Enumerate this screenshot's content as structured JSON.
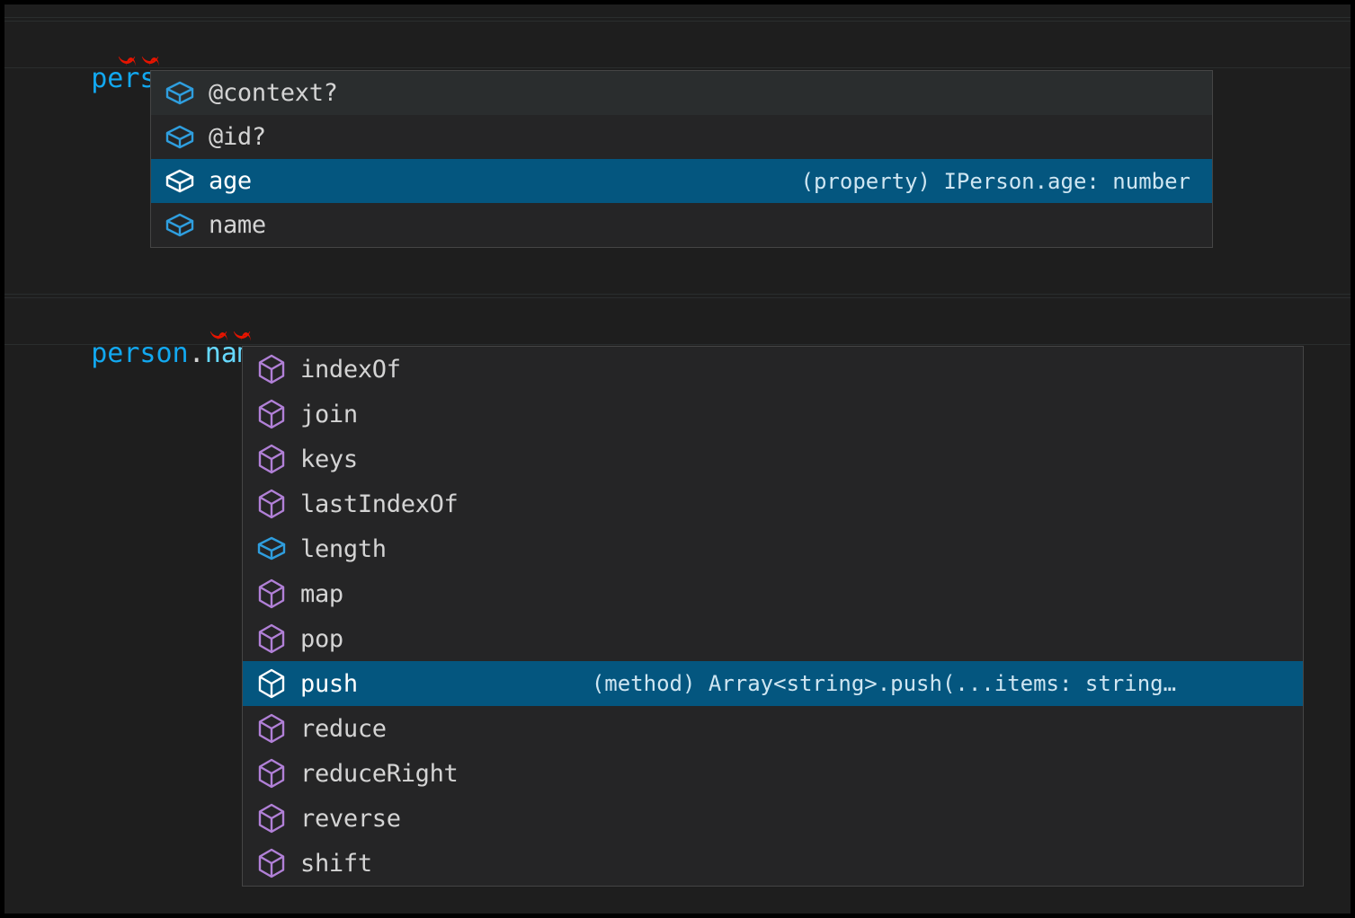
{
  "editor": {
    "code_lines": [
      {
        "tokens": [
          {
            "text": "person",
            "kind": "variable"
          },
          {
            "text": ".",
            "kind": "punctuation"
          },
          {
            "text": ";",
            "kind": "punctuation"
          }
        ]
      },
      {
        "tokens": [
          {
            "text": "person",
            "kind": "variable"
          },
          {
            "text": ".",
            "kind": "punctuation"
          },
          {
            "text": "name",
            "kind": "property"
          },
          {
            "text": ".",
            "kind": "punctuation"
          },
          {
            "text": ";",
            "kind": "punctuation"
          }
        ]
      }
    ]
  },
  "suggest_widgets": [
    {
      "id": "suggest-1",
      "items": [
        {
          "label": "@context?",
          "icon": "property-cube-icon",
          "icon_color": "#2f9ede",
          "detail": "",
          "state": "hovered"
        },
        {
          "label": "@id?",
          "icon": "property-cube-icon",
          "icon_color": "#2f9ede",
          "detail": "",
          "state": "normal"
        },
        {
          "label": "age",
          "icon": "property-cube-icon",
          "icon_color": "#ffffff",
          "detail": "(property) IPerson.age: number",
          "state": "selected"
        },
        {
          "label": "name",
          "icon": "property-cube-icon",
          "icon_color": "#2f9ede",
          "detail": "",
          "state": "normal"
        }
      ]
    },
    {
      "id": "suggest-2",
      "items": [
        {
          "label": "indexOf",
          "icon": "method-cube-icon",
          "icon_color": "#b180d7",
          "detail": "",
          "state": "normal"
        },
        {
          "label": "join",
          "icon": "method-cube-icon",
          "icon_color": "#b180d7",
          "detail": "",
          "state": "normal"
        },
        {
          "label": "keys",
          "icon": "method-cube-icon",
          "icon_color": "#b180d7",
          "detail": "",
          "state": "normal"
        },
        {
          "label": "lastIndexOf",
          "icon": "method-cube-icon",
          "icon_color": "#b180d7",
          "detail": "",
          "state": "normal"
        },
        {
          "label": "length",
          "icon": "property-cube-icon",
          "icon_color": "#2f9ede",
          "detail": "",
          "state": "normal"
        },
        {
          "label": "map",
          "icon": "method-cube-icon",
          "icon_color": "#b180d7",
          "detail": "",
          "state": "normal"
        },
        {
          "label": "pop",
          "icon": "method-cube-icon",
          "icon_color": "#b180d7",
          "detail": "",
          "state": "normal"
        },
        {
          "label": "push",
          "icon": "method-cube-icon",
          "icon_color": "#ffffff",
          "detail": "(method) Array<string>.push(...items: string…",
          "state": "selected"
        },
        {
          "label": "reduce",
          "icon": "method-cube-icon",
          "icon_color": "#b180d7",
          "detail": "",
          "state": "normal"
        },
        {
          "label": "reduceRight",
          "icon": "method-cube-icon",
          "icon_color": "#b180d7",
          "detail": "",
          "state": "normal"
        },
        {
          "label": "reverse",
          "icon": "method-cube-icon",
          "icon_color": "#b180d7",
          "detail": "",
          "state": "normal"
        },
        {
          "label": "shift",
          "icon": "method-cube-icon",
          "icon_color": "#b180d7",
          "detail": "",
          "state": "normal"
        }
      ]
    }
  ],
  "colors": {
    "editor_background": "#1e1e1e",
    "widget_background": "#252526",
    "widget_border": "#454545",
    "selected_row": "#04567f",
    "hovered_row": "#2a2d2e",
    "variable_token": "#12a8f0",
    "property_token": "#66d9ff",
    "punctuation_token": "#d4d4d4",
    "error_squiggle": "#e51400",
    "property_icon": "#2f9ede",
    "method_icon": "#b180d7"
  }
}
